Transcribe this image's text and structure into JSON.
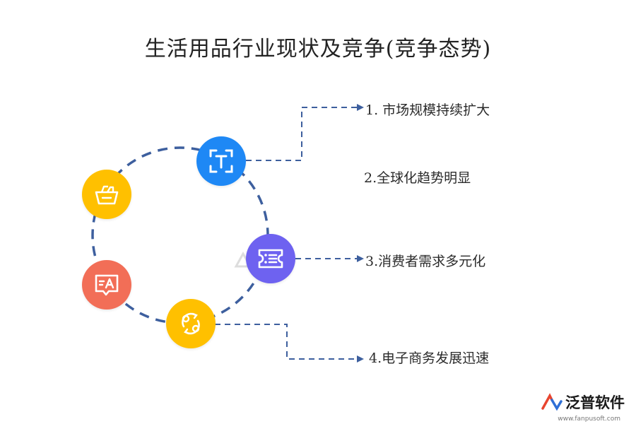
{
  "title": "生活用品行业现状及竞争(竞争态势)",
  "items": [
    {
      "label": "1.  市场规模持续扩大"
    },
    {
      "label": "2.全球化趋势明显"
    },
    {
      "label": "3.消费者需求多元化"
    },
    {
      "label": "4.电子商务发展迅速"
    }
  ],
  "nodes": [
    {
      "icon": "text-frame-icon",
      "color": "#1e88f5"
    },
    {
      "icon": "list-ticket-icon",
      "color": "#6e62f0"
    },
    {
      "icon": "exchange-arrows-icon",
      "color": "#ffc000"
    },
    {
      "icon": "translate-bubble-icon",
      "color": "#f26e57"
    },
    {
      "icon": "basket-icon",
      "color": "#ffc000"
    }
  ],
  "colors": {
    "connector": "#3d5f9e"
  },
  "brand": {
    "name": "泛普软件",
    "url": "www.fanpusoft.com"
  }
}
